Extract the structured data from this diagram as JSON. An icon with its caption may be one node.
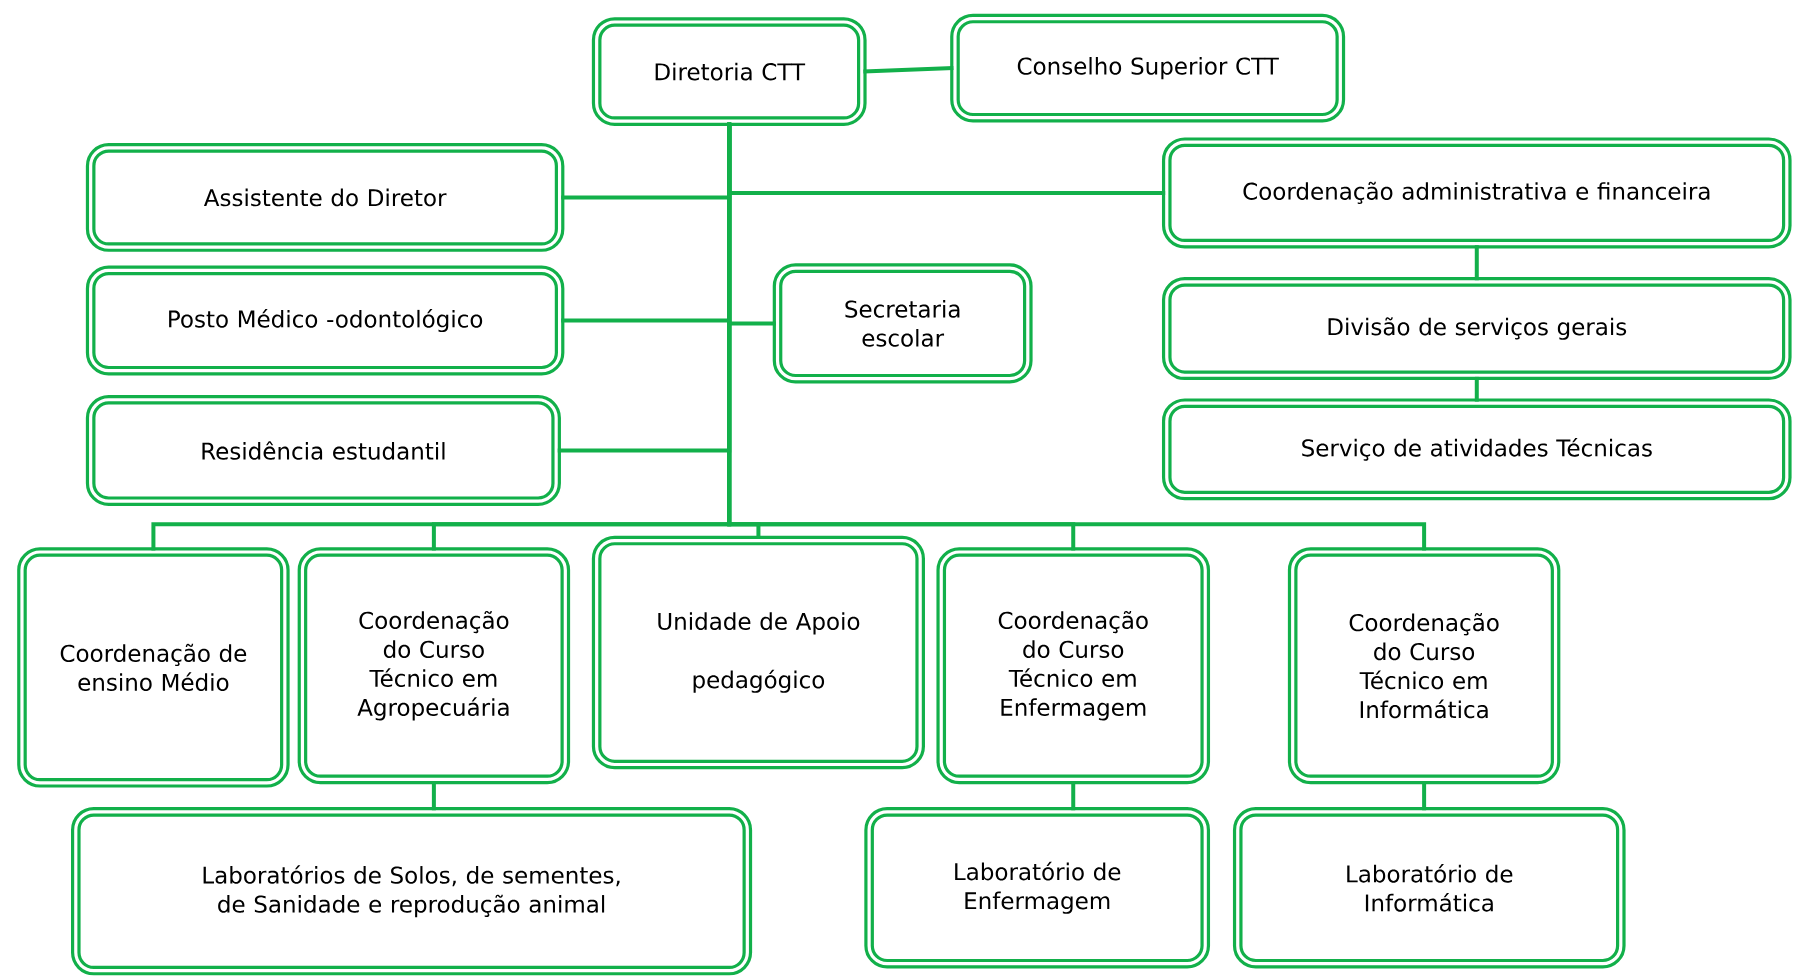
{
  "diagram": {
    "nodes": [
      {
        "text": [
          "Diretoria CTT"
        ]
      },
      {
        "text": [
          "Conselho Superior CTT"
        ]
      },
      {
        "text": [
          "Assistente do Diretor"
        ]
      },
      {
        "text": [
          "Coordenação administrativa e financeira"
        ]
      },
      {
        "text": [
          "Posto Médico -odontológico"
        ]
      },
      {
        "text": [
          "Secretaria escolar"
        ]
      },
      {
        "text": [
          "Divisão de serviços gerais"
        ]
      },
      {
        "text": [
          "Residência estudantil"
        ]
      },
      {
        "text": [
          "Serviço de atividades Técnicas"
        ]
      },
      {
        "text": [
          "Coordenação de ensino Médio"
        ]
      },
      {
        "text": [
          "Coordenação do Curso Técnico em Agropecuária"
        ]
      },
      {
        "text": [
          "Unidade de Apoio pedagógico"
        ]
      },
      {
        "text": [
          "Coordenação do Curso Técnico em Enfermagem"
        ]
      },
      {
        "text": [
          "Coordenação do Curso Técnico em Informática"
        ]
      },
      {
        "text": [
          "Laboratórios de Solos, de sementes, de Sanidade e reprodução animal"
        ]
      },
      {
        "text": [
          "Laboratório de Enfermagem"
        ]
      },
      {
        "text": [
          "Laboratório de Informática"
        ]
      }
    ],
    "edges": [
      {
        "from": 0,
        "to": 1,
        "arrow": "none"
      },
      {
        "from": 0,
        "to": 2,
        "arrow": "none"
      },
      {
        "from": 0,
        "to": 3,
        "arrow": "none"
      },
      {
        "from": 0,
        "to": 4,
        "arrow": "none"
      },
      {
        "from": 0,
        "to": 5,
        "arrow": "none"
      },
      {
        "from": 0,
        "to": 7,
        "arrow": "none"
      },
      {
        "from": 3,
        "to": 6,
        "arrow": "none"
      },
      {
        "from": 6,
        "to": 8,
        "arrow": "none"
      },
      {
        "from": 0,
        "to": 9,
        "arrow": "none"
      },
      {
        "from": 0,
        "to": 10,
        "arrow": "none"
      },
      {
        "from": 0,
        "to": 11,
        "arrow": "none"
      },
      {
        "from": 0,
        "to": 12,
        "arrow": "none"
      },
      {
        "from": 0,
        "to": 13,
        "arrow": "none"
      },
      {
        "from": 10,
        "to": 14,
        "arrow": "none"
      },
      {
        "from": 12,
        "to": 15,
        "arrow": "none"
      },
      {
        "from": 13,
        "to": 16,
        "arrow": "none"
      }
    ]
  }
}
